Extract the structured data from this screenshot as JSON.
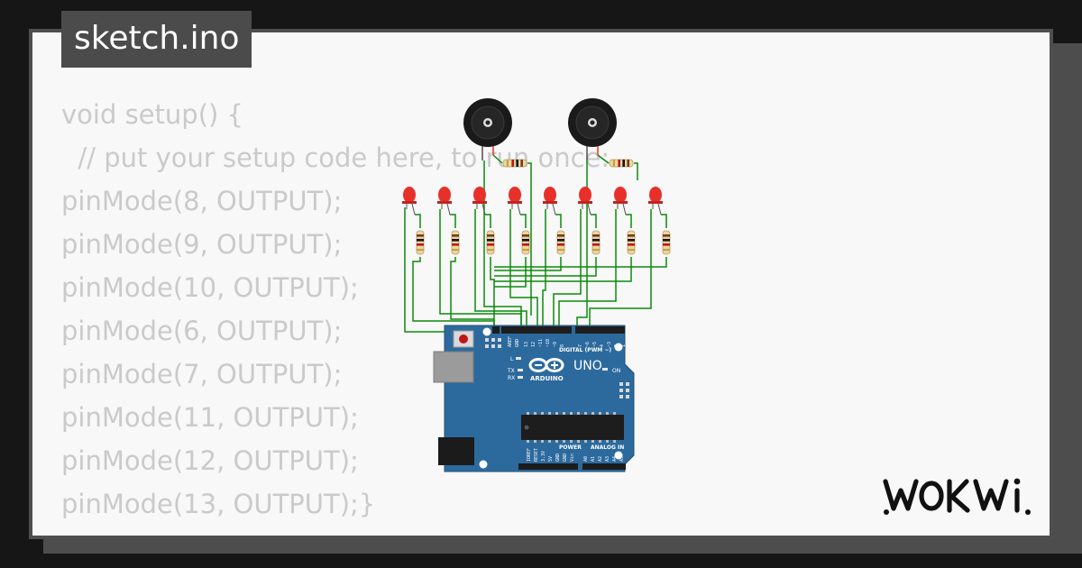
{
  "file_tab": {
    "title": "sketch.ino"
  },
  "code": {
    "lines": [
      "void setup() {",
      "  // put your setup code here, to run once:",
      "pinMode(8, OUTPUT);",
      "pinMode(9, OUTPUT);",
      "pinMode(10, OUTPUT);",
      "pinMode(6, OUTPUT);",
      "pinMode(7, OUTPUT);",
      "pinMode(11, OUTPUT);",
      "pinMode(12, OUTPUT);",
      "pinMode(13, OUTPUT);}"
    ]
  },
  "board": {
    "model": "UNO",
    "brand": "ARDUINO",
    "digital_label": "DIGITAL (PWM ~)",
    "power_label": "POWER",
    "analog_label": "ANALOG IN",
    "on_label": "ON",
    "l_label": "L",
    "tx_label": "TX",
    "rx_label": "RX",
    "digital_pins": [
      "AREF",
      "GND",
      "13",
      "12",
      "~11",
      "~10",
      "~9",
      "8",
      "7",
      "~6",
      "~5",
      "4",
      "~3",
      "2",
      "TX 1",
      "RX 0"
    ],
    "power_pins": [
      "IOREF",
      "RESET",
      "3.3V",
      "5V",
      "GND",
      "GND",
      "Vin"
    ],
    "analog_pins": [
      "A0",
      "A1",
      "A2",
      "A3",
      "A4",
      "A5"
    ]
  },
  "brand_logo": {
    "text": "WOKWi"
  },
  "colors": {
    "background": "#161616",
    "card": "#f8f8f8",
    "tab": "#4b4b4b",
    "code_text": "#cacaca",
    "board": "#2c6a9e",
    "wire": "#0a8a0a",
    "led": "#e8302a"
  }
}
